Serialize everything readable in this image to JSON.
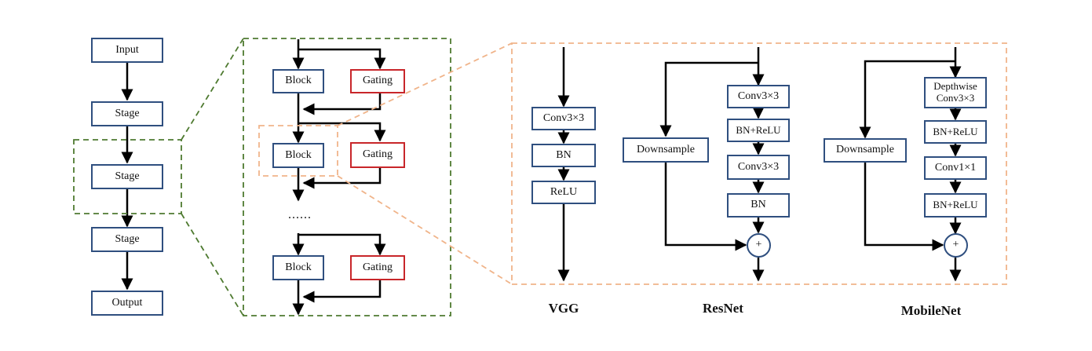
{
  "colors": {
    "box_border": "#2f4f7f",
    "gating_border": "#c8262a",
    "green_dashed": "#4e7a30",
    "orange_dashed": "#f0b48a",
    "line": "#000000"
  },
  "pipeline": {
    "input": "Input",
    "stage1": "Stage",
    "stage2": "Stage",
    "stage3": "Stage",
    "output": "Output"
  },
  "stage_detail": {
    "block1": "Block",
    "gating1": "Gating",
    "block2": "Block",
    "gating2": "Gating",
    "ellipsis": "......",
    "block3": "Block",
    "gating3": "Gating"
  },
  "vgg": {
    "title": "VGG",
    "conv": "Conv3×3",
    "bn": "BN",
    "relu": "ReLU"
  },
  "resnet": {
    "title": "ResNet",
    "conv1": "Conv3×3",
    "bnrelu": "BN+ReLU",
    "conv2": "Conv3×3",
    "bn": "BN",
    "downsample": "Downsample",
    "add": "+"
  },
  "mobilenet": {
    "title": "MobileNet",
    "dwconv_line1": "Depthwise",
    "dwconv_line2": "Conv3×3",
    "bnrelu1": "BN+ReLU",
    "conv": "Conv1×1",
    "bnrelu2": "BN+ReLU",
    "downsample": "Downsample",
    "add": "+"
  }
}
